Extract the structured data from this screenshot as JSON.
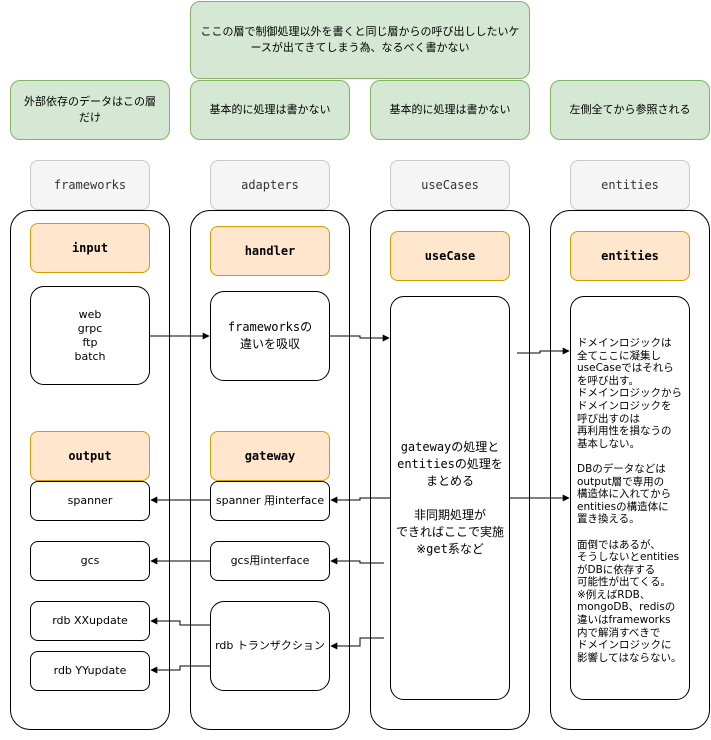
{
  "notes": {
    "top_wide": "ここの層で制御処理以外を書くと同じ層からの呼び出ししたいケースが出てきてしまう為、なるべく書かない",
    "frameworks_note": "外部依存のデータはこの層だけ",
    "adapters_note": "基本的に処理は書かない",
    "usecases_note": "基本的に処理は書かない",
    "entities_note": "左側全てから参照される"
  },
  "layers": {
    "frameworks": "frameworks",
    "adapters": "adapters",
    "usecases": "useCases",
    "entities": "entities"
  },
  "frameworks": {
    "input_label": "input",
    "input_items": "web\ngrpc\nftp\nbatch",
    "output_label": "output",
    "spanner": "spanner",
    "gcs": "gcs",
    "rdb_xx": "rdb XXupdate",
    "rdb_yy": "rdb YYupdate"
  },
  "adapters": {
    "handler_label": "handler",
    "handler_body": "frameworksの\n違いを吸収",
    "gateway_label": "gateway",
    "spanner_if": "spanner 用interface",
    "gcs_if": "gcs用interface",
    "rdb_tx": "rdb トランザクション"
  },
  "usecases": {
    "usecase_label": "useCase",
    "body_line1": "gatewayの処理と",
    "body_line2": "entitiesの処理を",
    "body_line3": "まとめる",
    "body_line4": "非同期処理が",
    "body_line5": "できればここで実施",
    "body_line6": "※get系など"
  },
  "entities": {
    "entities_label": "entities",
    "body": "ドメインロジックは\n全てここに凝集し\nuseCaseではそれら\nを呼び出す。\nドメインロジックから\nドメインロジックを\n呼び出すのは\n再利用性を損なうの\n基本しない。\n\nDBのデータなどは\noutput層で専用の\n構造体に入れてから\nentitiesの構造体に\n置き換える。\n\n面倒ではあるが、\nそうしないとentities\nがDBに依存する\n可能性が出てくる。\n※例えばRDB、\nmongoDB、redisの\n違いはframeworks\n内で解消すべきで\nドメインロジックに\n影響してはならない。"
  },
  "colors": {
    "note_fill": "#d5e8d4",
    "note_stroke": "#82b366",
    "orange_fill": "#ffe6cc",
    "orange_stroke": "#d79b00",
    "title_fill": "#f5f5f5"
  }
}
